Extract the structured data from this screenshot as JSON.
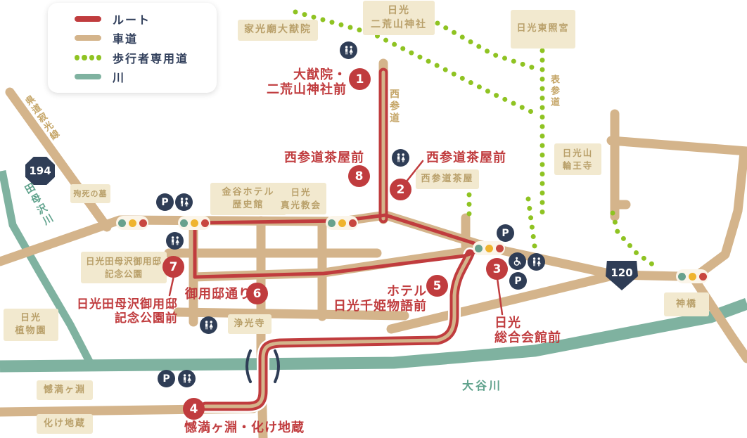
{
  "legend": {
    "items": [
      {
        "label": "ルート",
        "color": "#c03c3e",
        "style": "solid"
      },
      {
        "label": "車道",
        "color": "#d4b48b",
        "style": "solid"
      },
      {
        "label": "歩行者専用道",
        "color": "#8fc322",
        "style": "dotted"
      },
      {
        "label": "川",
        "color": "#7fb2a0",
        "style": "solid"
      }
    ]
  },
  "colors": {
    "route_red": "#c03c3e",
    "road_tan": "#d4b48b",
    "pedestrian_green": "#8fc322",
    "river_teal": "#7fb2a0",
    "icon_navy": "#2f3d56",
    "box_beige": "#f2e9cf",
    "box_text": "#b9a06a"
  },
  "places": {
    "taiyuin": {
      "lines": [
        "家光廟大猷院"
      ]
    },
    "futarasan": {
      "lines": [
        "日光",
        "二荒山神社"
      ]
    },
    "toshogu": {
      "lines": [
        "日光東照宮"
      ]
    },
    "rinnoji": {
      "lines": [
        "日光山",
        "輪王寺"
      ]
    },
    "junshi": {
      "lines": [
        "殉死の墓"
      ]
    },
    "kanaya": {
      "lines": [
        "金谷ホテル",
        "歴史館"
      ]
    },
    "shinko": {
      "lines": [
        "日光",
        "真光教会"
      ]
    },
    "chaya": {
      "lines": [
        "西参道茶屋"
      ]
    },
    "tamozawa_park": {
      "lines": [
        "日光田母沢御用邸",
        "記念公園"
      ]
    },
    "jokoji": {
      "lines": [
        "浄光寺"
      ]
    },
    "botanical": {
      "lines": [
        "日光",
        "植物園"
      ]
    },
    "kanmangafuchi": {
      "lines": [
        "憾満ヶ淵"
      ]
    },
    "bakejizo": {
      "lines": [
        "化け地蔵"
      ]
    },
    "shinkyo": {
      "lines": [
        "神橋"
      ]
    }
  },
  "stops": [
    {
      "num": "1",
      "label_lines": [
        "大猷院・",
        "二荒山神社前"
      ]
    },
    {
      "num": "2",
      "label_lines": [
        "西参道茶屋前"
      ]
    },
    {
      "num": "3",
      "label_lines": [
        "日光",
        "総合会館前"
      ]
    },
    {
      "num": "4",
      "label_lines": [
        "憾満ヶ淵・化け地蔵"
      ]
    },
    {
      "num": "5",
      "label_lines": [
        "ホテル",
        "日光千姫物語前"
      ]
    },
    {
      "num": "6",
      "label_lines": [
        "御用邸通り"
      ]
    },
    {
      "num": "7",
      "label_lines": [
        "日光田母沢御用邸",
        "記念公園前"
      ]
    },
    {
      "num": "8",
      "label_lines": [
        "西参道茶屋前"
      ]
    }
  ],
  "road_labels": {
    "kendo": "県道寂光線",
    "nishisando": "西参道",
    "omotesando": "表参道"
  },
  "river_labels": {
    "tamozawa": "田母沢川",
    "daiya": "大谷川"
  },
  "badges": {
    "r194": "194",
    "r120": "120"
  },
  "icons": {
    "parking": "P"
  }
}
